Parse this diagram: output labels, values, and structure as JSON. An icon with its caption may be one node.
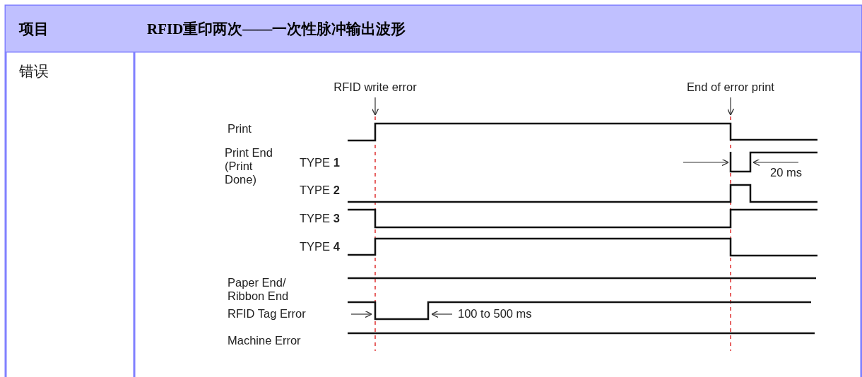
{
  "diagram": {
    "labels": [
      "项目",
      "RFID重印两次——一次性脉冲输出波形",
      "错误",
      "RFID write error",
      "End of error print",
      "Print",
      "Print End (Print Done)",
      "TYPE **1**",
      "20 ms",
      "TYPE **2**",
      "TYPE **3**",
      "TYPE **4**",
      "Paper End/ Ribbon End",
      "RFID Tag Error",
      "100 to 500 ms",
      "Machine Error"
    ]
  }
}
